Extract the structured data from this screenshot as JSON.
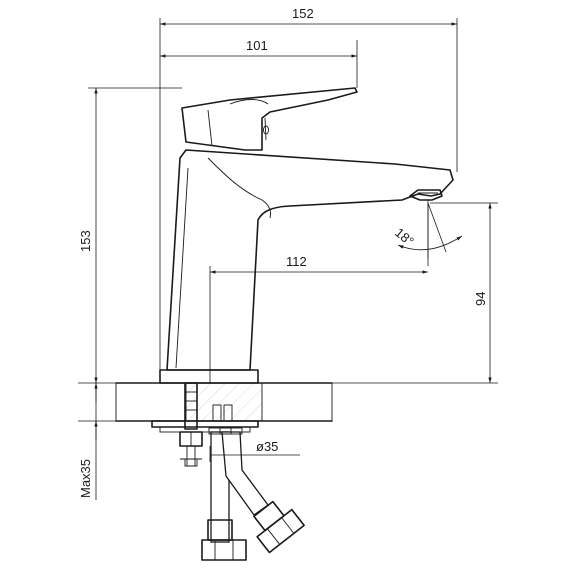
{
  "dimensions": {
    "overall_width": "152",
    "handle_reach": "101",
    "overall_height": "153",
    "spout_reach": "112",
    "outlet_height": "94",
    "spout_angle": "18°",
    "thread_diameter": "ø35",
    "max_thickness": "Max35"
  },
  "icons": {
    "arrowheads": "arrowhead-icon",
    "hatching": "hatch-pattern-icon"
  }
}
